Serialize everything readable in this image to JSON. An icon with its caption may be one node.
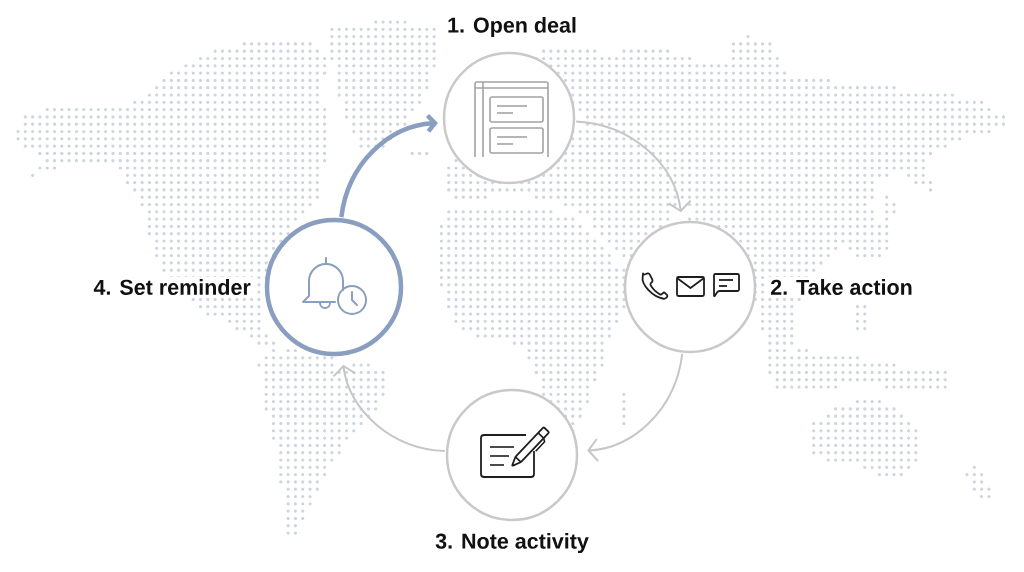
{
  "diagram": {
    "nodes": [
      {
        "text": [
          "1. Open deal"
        ]
      },
      {
        "text": [
          "2. Take action"
        ]
      },
      {
        "text": [
          "3. Note activity"
        ]
      },
      {
        "text": [
          "4. Set reminder"
        ]
      }
    ],
    "edges": [
      {
        "from": 0,
        "to": 1,
        "arrow": "to"
      },
      {
        "from": 1,
        "to": 2,
        "arrow": "to"
      },
      {
        "from": 2,
        "to": 3,
        "arrow": "to"
      },
      {
        "from": 3,
        "to": 0,
        "arrow": "to",
        "style": "thick",
        "color": "#8a9ec0"
      }
    ]
  }
}
